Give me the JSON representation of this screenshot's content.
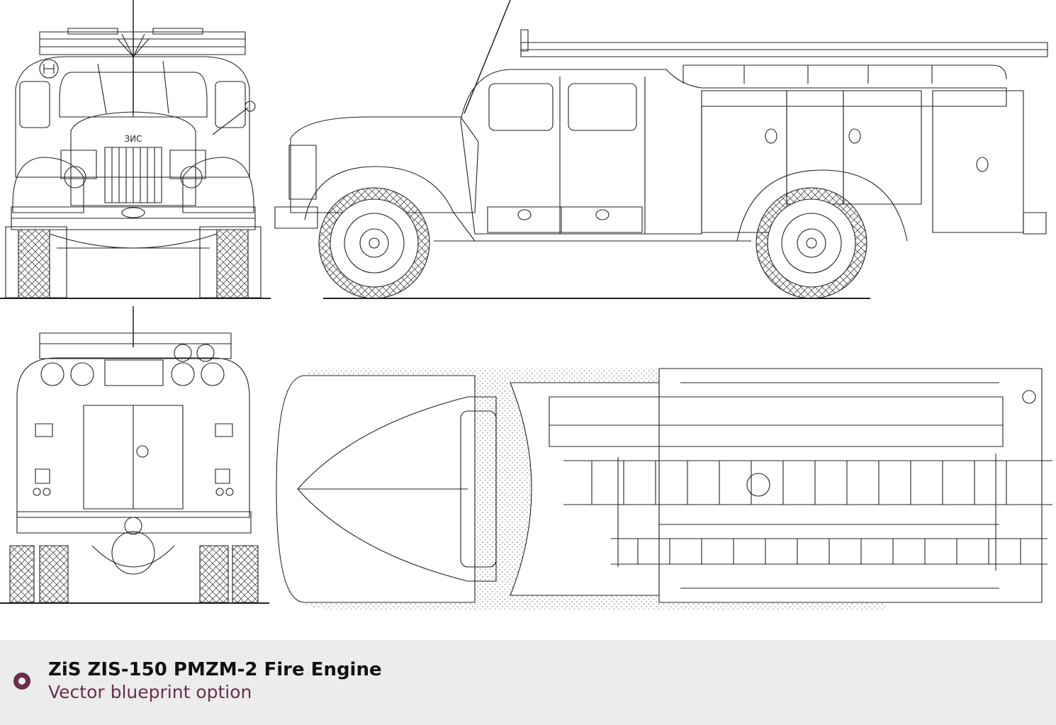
{
  "front_emblem": "ЗИС",
  "caption": {
    "title": "ZiS ZIS-150 PMZM-2 Fire Engine",
    "subtitle": "Vector blueprint option"
  },
  "colors": {
    "line": "#222222",
    "caption_bar": "#ececec",
    "accent": "#6b2e4c",
    "title_text": "#111111",
    "stipple": "#9a9a9a"
  },
  "icons": {
    "caption_marker": "ring-icon"
  }
}
